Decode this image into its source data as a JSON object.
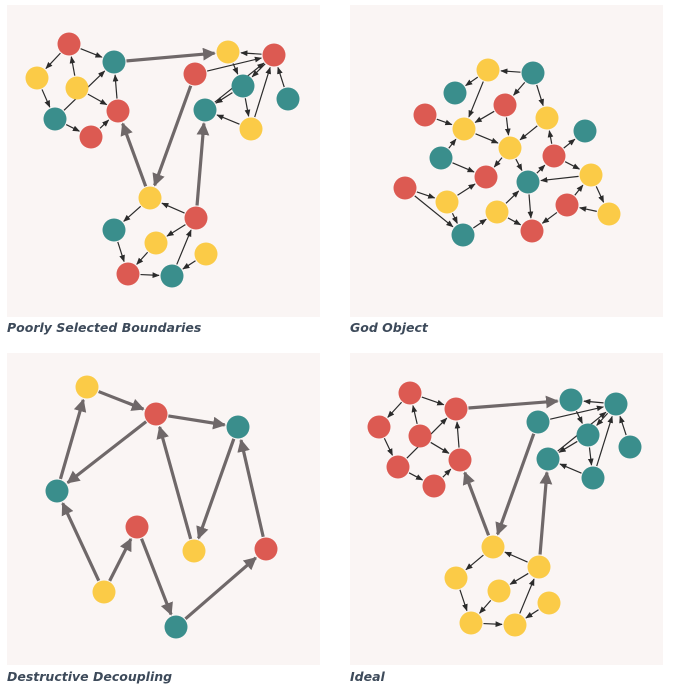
{
  "colors": {
    "red": "#dc5a52",
    "teal": "#3a8e8c",
    "yellow": "#fbcb47",
    "edge_small": "#2b2b2b",
    "edge_large": "#6f6869",
    "panel_bg": "#faf5f4",
    "caption": "#3d4a5a"
  },
  "panels": [
    {
      "caption": "Poorly Selected Boundaries",
      "nodes": [
        {
          "id": "a1",
          "color": "red"
        },
        {
          "id": "a2",
          "color": "teal"
        },
        {
          "id": "a3",
          "color": "yellow"
        },
        {
          "id": "a4",
          "color": "yellow"
        },
        {
          "id": "a5",
          "color": "teal"
        },
        {
          "id": "a6",
          "color": "red"
        },
        {
          "id": "a7",
          "color": "red"
        },
        {
          "id": "b1",
          "color": "yellow"
        },
        {
          "id": "b2",
          "color": "red"
        },
        {
          "id": "b3",
          "color": "red"
        },
        {
          "id": "b4",
          "color": "teal"
        },
        {
          "id": "b5",
          "color": "teal"
        },
        {
          "id": "b6",
          "color": "teal"
        },
        {
          "id": "b7",
          "color": "yellow"
        },
        {
          "id": "c1",
          "color": "yellow"
        },
        {
          "id": "c2",
          "color": "red"
        },
        {
          "id": "c3",
          "color": "teal"
        },
        {
          "id": "c4",
          "color": "yellow"
        },
        {
          "id": "c5",
          "color": "yellow"
        },
        {
          "id": "c6",
          "color": "red"
        },
        {
          "id": "c7",
          "color": "teal"
        }
      ]
    },
    {
      "caption": "God Object",
      "nodes": [
        {
          "id": "g1",
          "color": "yellow"
        },
        {
          "id": "g2",
          "color": "teal"
        },
        {
          "id": "g3",
          "color": "teal"
        },
        {
          "id": "g4",
          "color": "red"
        },
        {
          "id": "g5",
          "color": "red"
        },
        {
          "id": "g6",
          "color": "yellow"
        },
        {
          "id": "g7",
          "color": "yellow"
        },
        {
          "id": "g8",
          "color": "teal"
        },
        {
          "id": "g9",
          "color": "teal"
        },
        {
          "id": "g10",
          "color": "yellow"
        },
        {
          "id": "g11",
          "color": "red"
        },
        {
          "id": "g12",
          "color": "red"
        },
        {
          "id": "g13",
          "color": "red"
        },
        {
          "id": "g14",
          "color": "teal"
        },
        {
          "id": "g15",
          "color": "yellow"
        },
        {
          "id": "g16",
          "color": "yellow"
        },
        {
          "id": "g17",
          "color": "yellow"
        },
        {
          "id": "g18",
          "color": "red"
        },
        {
          "id": "g19",
          "color": "yellow"
        },
        {
          "id": "g20",
          "color": "teal"
        },
        {
          "id": "g21",
          "color": "red"
        }
      ]
    },
    {
      "caption": "Destructive Decoupling",
      "nodes": [
        {
          "id": "d1",
          "color": "yellow"
        },
        {
          "id": "d2",
          "color": "red"
        },
        {
          "id": "d3",
          "color": "teal"
        },
        {
          "id": "d4",
          "color": "teal"
        },
        {
          "id": "d5",
          "color": "red"
        },
        {
          "id": "d6",
          "color": "yellow"
        },
        {
          "id": "d7",
          "color": "red"
        },
        {
          "id": "d8",
          "color": "yellow"
        },
        {
          "id": "d9",
          "color": "teal"
        }
      ]
    },
    {
      "caption": "Ideal",
      "nodes": [
        {
          "id": "r1",
          "color": "red"
        },
        {
          "id": "r2",
          "color": "red"
        },
        {
          "id": "r3",
          "color": "red"
        },
        {
          "id": "r4",
          "color": "red"
        },
        {
          "id": "r5",
          "color": "red"
        },
        {
          "id": "r6",
          "color": "red"
        },
        {
          "id": "r7",
          "color": "red"
        },
        {
          "id": "t1",
          "color": "teal"
        },
        {
          "id": "t2",
          "color": "teal"
        },
        {
          "id": "t3",
          "color": "teal"
        },
        {
          "id": "t4",
          "color": "teal"
        },
        {
          "id": "t5",
          "color": "teal"
        },
        {
          "id": "t6",
          "color": "teal"
        },
        {
          "id": "t7",
          "color": "teal"
        },
        {
          "id": "y1",
          "color": "yellow"
        },
        {
          "id": "y2",
          "color": "yellow"
        },
        {
          "id": "y3",
          "color": "yellow"
        },
        {
          "id": "y4",
          "color": "yellow"
        },
        {
          "id": "y5",
          "color": "yellow"
        },
        {
          "id": "y6",
          "color": "yellow"
        },
        {
          "id": "y7",
          "color": "yellow"
        }
      ]
    }
  ]
}
